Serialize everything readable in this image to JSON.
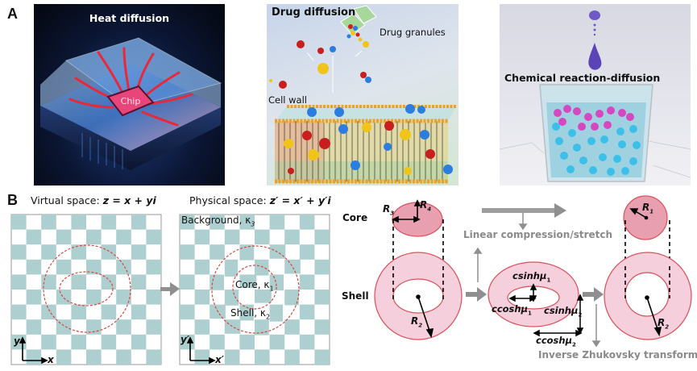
{
  "panel_a": {
    "label": "A",
    "images": [
      {
        "title": "Heat diffusion",
        "sub_label": "Chip"
      },
      {
        "title": "Drug diffusion",
        "labels": [
          "Drug granules",
          "Cell wall"
        ]
      },
      {
        "title": "Chemical reaction-diffusion"
      }
    ]
  },
  "panel_b": {
    "label": "B",
    "virtual_space": {
      "title_prefix": "Virtual space: ",
      "title_formula": "z = x + yi",
      "axis_x": "x",
      "axis_y": "y"
    },
    "physical_space": {
      "title_prefix": "Physical space: ",
      "title_formula": "z′ = x′ + y′i",
      "background": "Background, κ",
      "background_sub": "3",
      "core": "Core, κ",
      "core_sub": "1",
      "shell": "Shell, κ",
      "shell_sub": "2",
      "axis_x": "x′",
      "axis_y": "y′"
    },
    "transform": {
      "row_core": "Core",
      "row_shell": "Shell",
      "r3": "R",
      "r3_sub": "3",
      "r4": "R",
      "r4_sub": "4",
      "r2": "R",
      "r2_sub": "2",
      "r1": "R",
      "r1_sub": "1",
      "r2b": "R",
      "r2b_sub": "2",
      "csinh1": "csinhμ",
      "csinh1_sub": "1",
      "ccosh1": "ccoshμ",
      "ccosh1_sub": "1",
      "csinh2": "csinhμ",
      "csinh2_sub": "2",
      "ccosh2": "ccoshμ",
      "ccosh2_sub": "2",
      "linear_label": "Linear compression/stretch",
      "zhukovsky_label": "Inverse Zhukovsky transform"
    }
  },
  "colors": {
    "checker_teal": "#aecfcf",
    "dashed_red": "#d9453f",
    "core_fill": "#e8a0b0",
    "shell_fill": "#f6cfdc",
    "ring_stroke": "#d9505a",
    "arrow_gray": "#8a8a8a"
  }
}
